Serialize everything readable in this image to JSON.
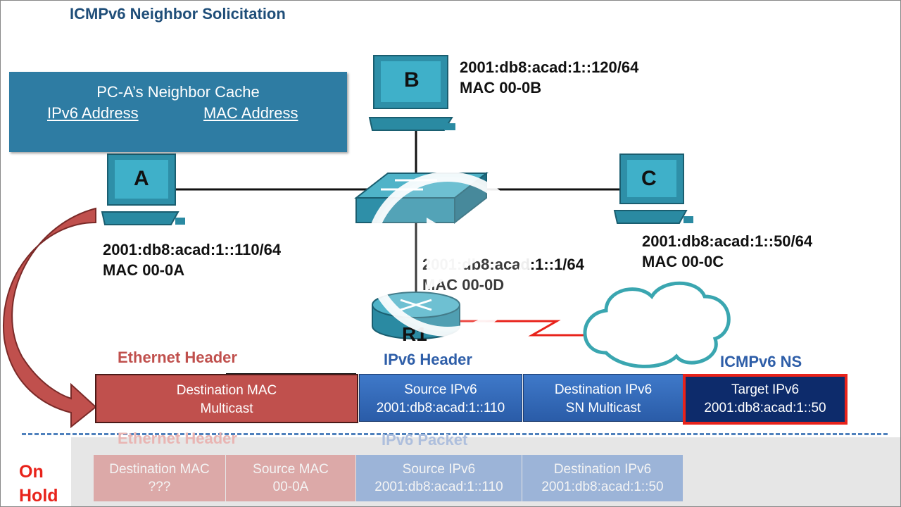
{
  "title": "ICMPv6 Neighbor Solicitation",
  "cache": {
    "title": "PC-A’s Neighbor Cache",
    "col_ipv6": "IPv6 Address",
    "col_mac": "MAC Address"
  },
  "hosts": {
    "a": {
      "letter": "A",
      "ip": "2001:db8:acad:1::110/64",
      "mac": "MAC 00-0A"
    },
    "b": {
      "letter": "B",
      "ip": "2001:db8:acad:1::120/64",
      "mac": "MAC 00-0B"
    },
    "c": {
      "letter": "C",
      "ip": "2001:db8:acad:1::50/64",
      "mac": "MAC 00-0C"
    },
    "r1": {
      "name": "R1",
      "ip": "2001:db8:acad:1::1/64",
      "mac": "MAC 00-0D"
    }
  },
  "frame": {
    "eth_header": "Ethernet Header",
    "ipv6_header": "IPv6 Header",
    "icmp_header": "ICMPv6 NS",
    "fields": [
      {
        "line1": "Destination MAC",
        "line2": "Multicast"
      },
      {
        "line1": "Source IPv6",
        "line2": "2001:db8:acad:1::110"
      },
      {
        "line1": "Destination IPv6",
        "line2": "SN Multicast"
      },
      {
        "line1": "Target IPv6",
        "line2": "2001:db8:acad:1::50"
      }
    ]
  },
  "on_hold": {
    "label_line1": "On",
    "label_line2": "Hold",
    "eth_header": "Ethernet Header",
    "ipv6_packet": "IPv6 Packet",
    "fields": [
      {
        "line1": "Destination MAC",
        "line2": "???"
      },
      {
        "line1": "Source MAC",
        "line2": "00-0A"
      },
      {
        "line1": "Source IPv6",
        "line2": "2001:db8:acad:1::110"
      },
      {
        "line1": "Destination IPv6",
        "line2": "2001:db8:acad:1::50"
      }
    ]
  },
  "colors": {
    "title": "#1f4e79",
    "ethernet": "#c0504d",
    "ipv6": "#2e5ea8",
    "target": "#0d2b6b",
    "highlight": "#e8231b",
    "serial_link": "#e8231b"
  },
  "icons": [
    "computer-icon",
    "switch-icon",
    "router-icon",
    "cloud-icon",
    "play-icon",
    "arrow-icon"
  ]
}
